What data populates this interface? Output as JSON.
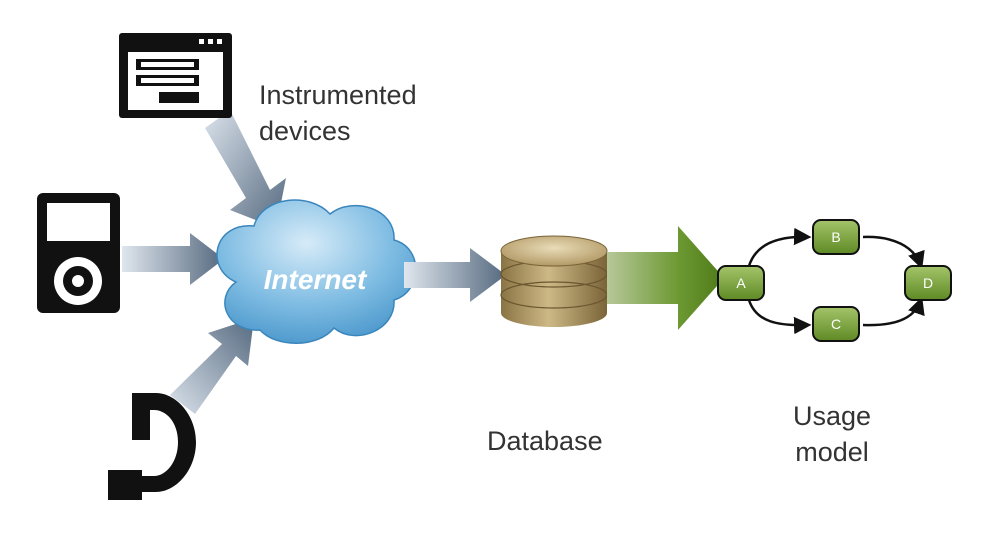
{
  "labels": {
    "devices": [
      "Instrumented",
      "devices"
    ],
    "internet": "Internet",
    "database": "Database",
    "usage_model": [
      "Usage",
      "model"
    ]
  },
  "graph": {
    "nodes": [
      "A",
      "B",
      "C",
      "D"
    ],
    "edges": [
      [
        "A",
        "B"
      ],
      [
        "A",
        "C"
      ],
      [
        "B",
        "D"
      ],
      [
        "C",
        "D"
      ]
    ]
  },
  "icons": [
    "browser-window-icon",
    "music-player-icon",
    "phone-handset-icon",
    "cloud-icon",
    "database-icon"
  ],
  "colors": {
    "cloud": "#6fb0d8",
    "db": "#b39a63",
    "node": "#6f9a38",
    "arrow": "#5a6f88",
    "green_arrow": "#5c8a22"
  }
}
